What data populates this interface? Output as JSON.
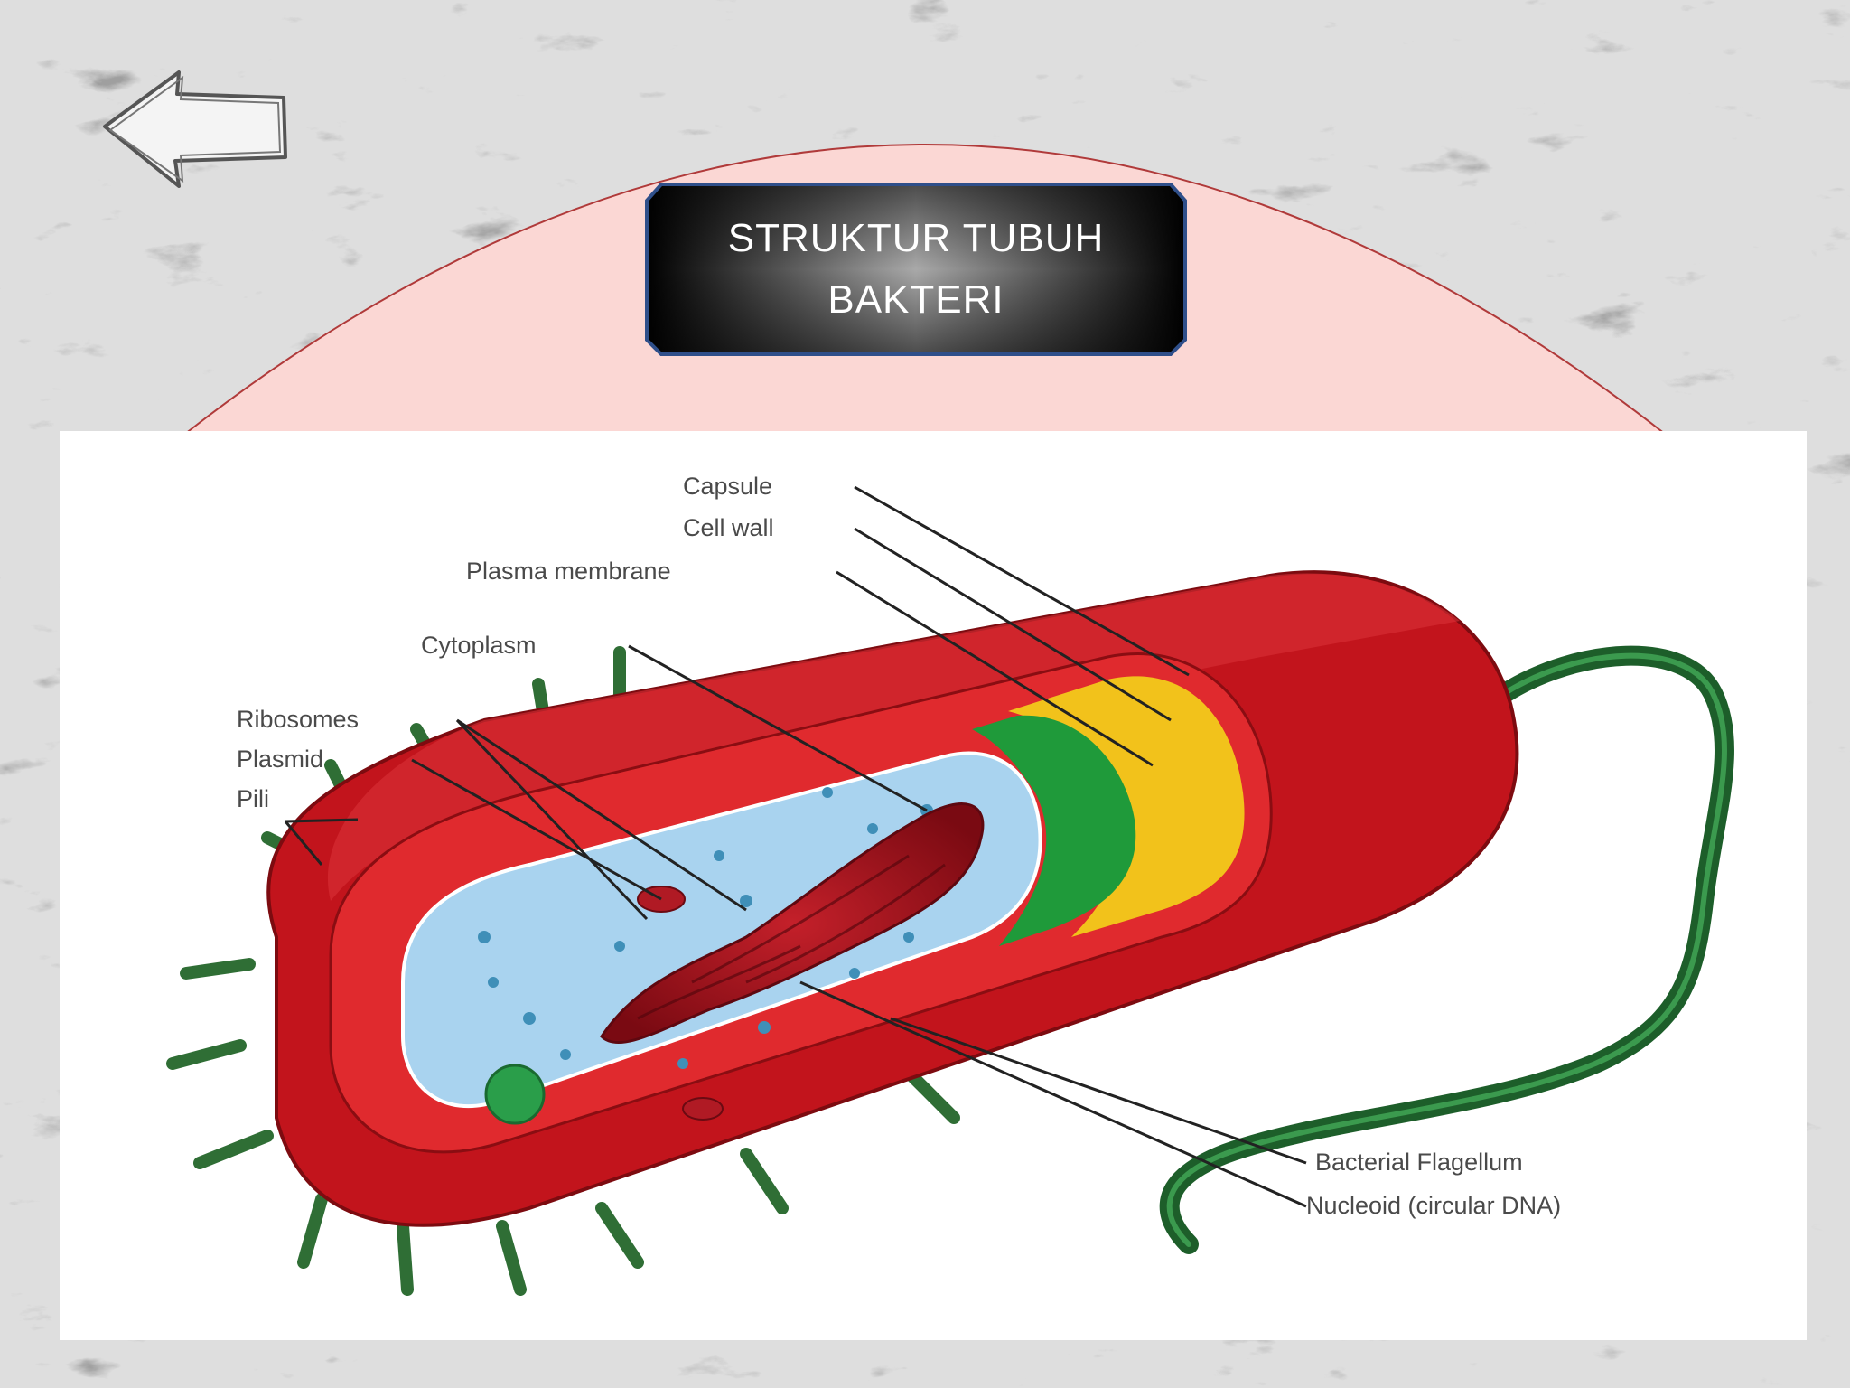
{
  "slide": {
    "title": "STRUKTUR TUBUH BAKTERI",
    "back_icon": "hand-drawn-left-arrow-icon",
    "colors": {
      "dome_fill": "#fbd7d4",
      "dome_stroke": "#b03a3a",
      "title_box_border": "#2f4f8a"
    }
  },
  "diagram": {
    "labels": {
      "capsule": "Capsule",
      "cell_wall": "Cell wall",
      "plasma_membrane": "Plasma membrane",
      "cytoplasm": "Cytoplasm",
      "ribosomes": "Ribosomes",
      "plasmid": "Plasmid",
      "pili": "Pili",
      "flagellum": "Bacterial Flagellum",
      "nucleoid": "Nucleoid (circular DNA)"
    },
    "colors": {
      "capsule": "#c2141c",
      "cell_wall": "#f2c21b",
      "plasma_membrane": "#1f9a3a",
      "cytoplasm": "#a9d3ef",
      "nucleoid": "#a0101a",
      "flagellum": "#1d5e2a",
      "pili": "#2f6e35"
    }
  }
}
